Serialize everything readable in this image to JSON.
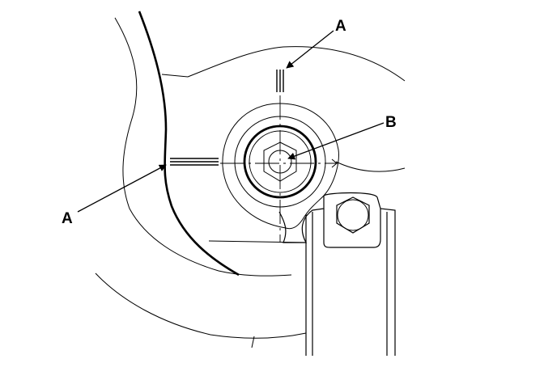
{
  "callouts": [
    {
      "id": "a-top",
      "label": "A"
    },
    {
      "id": "b",
      "label": "B"
    },
    {
      "id": "a-left",
      "label": "A"
    }
  ],
  "colors": {
    "line": "#000000",
    "background": "#ffffff"
  }
}
